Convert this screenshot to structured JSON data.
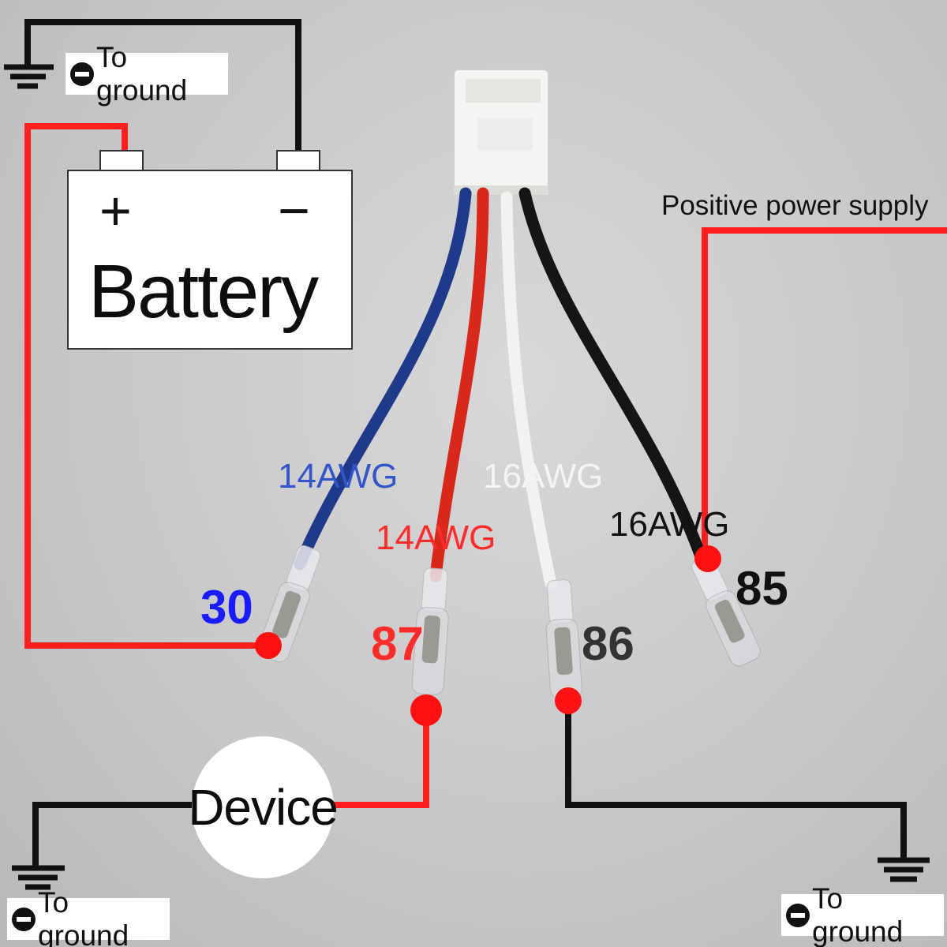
{
  "battery": {
    "label": "Battery",
    "positive_symbol": "+",
    "negative_symbol": "−"
  },
  "ground_labels": {
    "top_left": "To ground",
    "bottom_left": "To ground",
    "bottom_right": "To ground"
  },
  "positive_supply_label": "Positive power supply",
  "device_label": "Device",
  "wires": [
    {
      "color_name": "blue",
      "color": "#1f3a8a",
      "gauge": "14AWG",
      "pin": "30",
      "pin_color": "#1a1aff",
      "gauge_color": "#3355cc"
    },
    {
      "color_name": "red",
      "color": "#d8281c",
      "gauge": "14AWG",
      "pin": "87",
      "pin_color": "#ff2a2a",
      "gauge_color": "#ff2a2a"
    },
    {
      "color_name": "white",
      "color": "#f2f2f2",
      "gauge": "16AWG",
      "pin": "86",
      "pin_color": "#333333",
      "gauge_color": "#f4f4f4"
    },
    {
      "color_name": "black",
      "color": "#151515",
      "gauge": "16AWG",
      "pin": "85",
      "pin_color": "#111111",
      "gauge_color": "#111111"
    }
  ],
  "colors": {
    "positive_line": "#ff1f1f",
    "ground_line": "#111111",
    "connection_dot": "#ff1010"
  },
  "icons": [
    "ground-symbol-icon",
    "minus-circle-icon",
    "connector-plug-icon"
  ]
}
